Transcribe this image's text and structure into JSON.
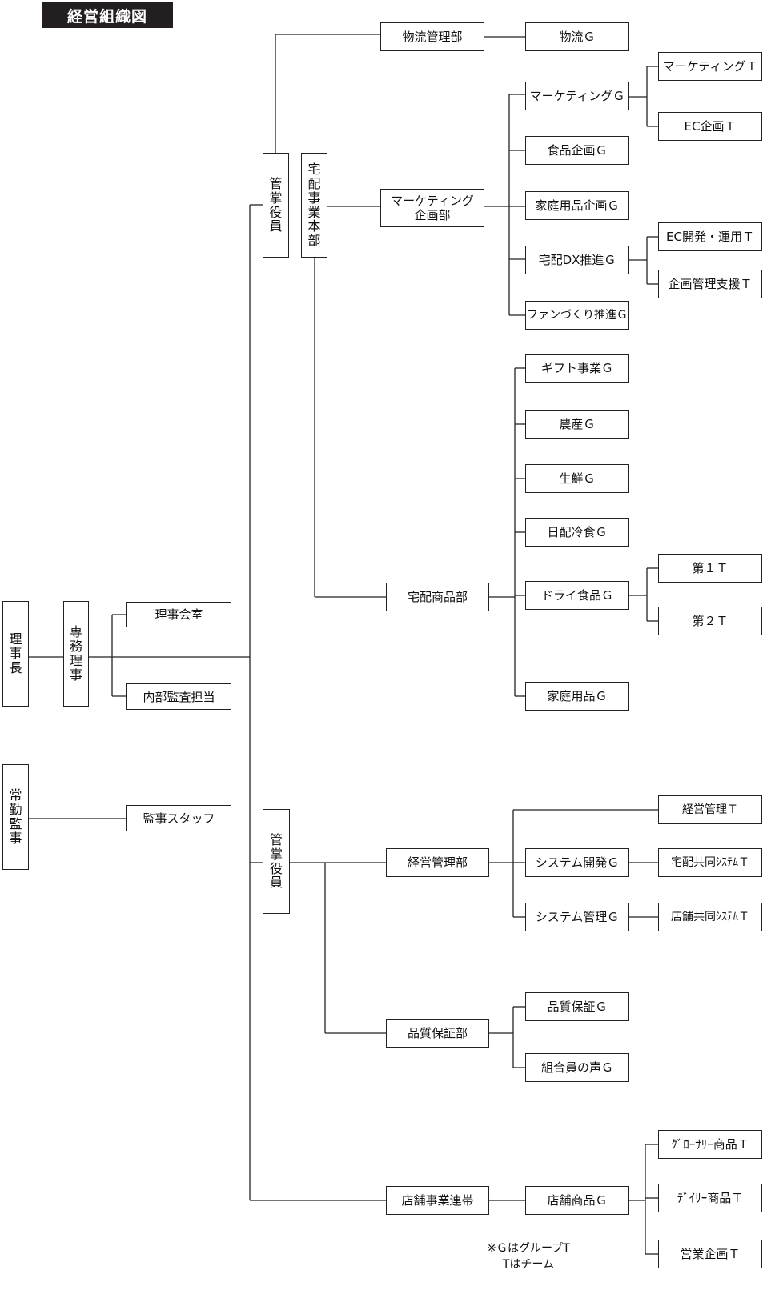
{
  "title": "経営組織図",
  "boxes": {
    "rijicho": "理\n事\n長",
    "senmu": "専\n務\n理\n事",
    "jokin": "常\n勤\n監\n事",
    "rijikai": "理事会室",
    "naibu": "内部監査担当",
    "kanji_staff": "監事スタッフ",
    "kansho_top": "管\n掌\n役\n員",
    "takuhai_honbu": "宅\n配\n事\n業\n本\n部",
    "kansho_bottom": "管\n掌\n役\n員",
    "butsuryu_bu": "物流管理部",
    "butsuryu_g": "物流Ｇ",
    "marketing_bu": "マーケティング\n企画部",
    "marketing_g": "マーケティングＧ",
    "marketing_t": "マーケティングＴ",
    "ec_kikaku_t": "EC企画Ｔ",
    "shokuhin_g": "食品企画Ｇ",
    "katei_kikaku_g": "家庭用品企画Ｇ",
    "dx_g": "宅配DX推進Ｇ",
    "ec_kaihatsu_t": "EC開発・運用Ｔ",
    "kikaku_kanri_t": "企画管理支援Ｔ",
    "fan_g": "ファンづくり推進Ｇ",
    "gift_g": "ギフト事業Ｇ",
    "nosan_g": "農産Ｇ",
    "seisen_g": "生鮮Ｇ",
    "nippai_g": "日配冷食Ｇ",
    "shohin_bu": "宅配商品部",
    "dry_g": "ドライ食品Ｇ",
    "dai1_t": "第１Ｔ",
    "dai2_t": "第２Ｔ",
    "katei_g": "家庭用品Ｇ",
    "keiei_bu": "経営管理部",
    "keiei_t": "経営管理Ｔ",
    "sys_kaihatsu_g": "システム開発Ｇ",
    "takuhai_sys_t": "宅配共同ｼｽﾃﾑＴ",
    "sys_kanri_g": "システム管理Ｇ",
    "tenpo_sys_t": "店舗共同ｼｽﾃﾑＴ",
    "hinshitsu_bu": "品質保証部",
    "hinshitsu_g": "品質保証Ｇ",
    "kumiai_g": "組合員の声Ｇ",
    "tenpo_renkei": "店舗事業連帯",
    "tenpo_shohin_g": "店舗商品Ｇ",
    "grocery_t": "ｸﾞﾛｰｻﾘｰ商品Ｔ",
    "daily_t": "ﾃﾞｲﾘｰ商品Ｔ",
    "eigyo_t": "営業企画Ｔ"
  },
  "note": "※ＧはグループT\nTはチーム"
}
